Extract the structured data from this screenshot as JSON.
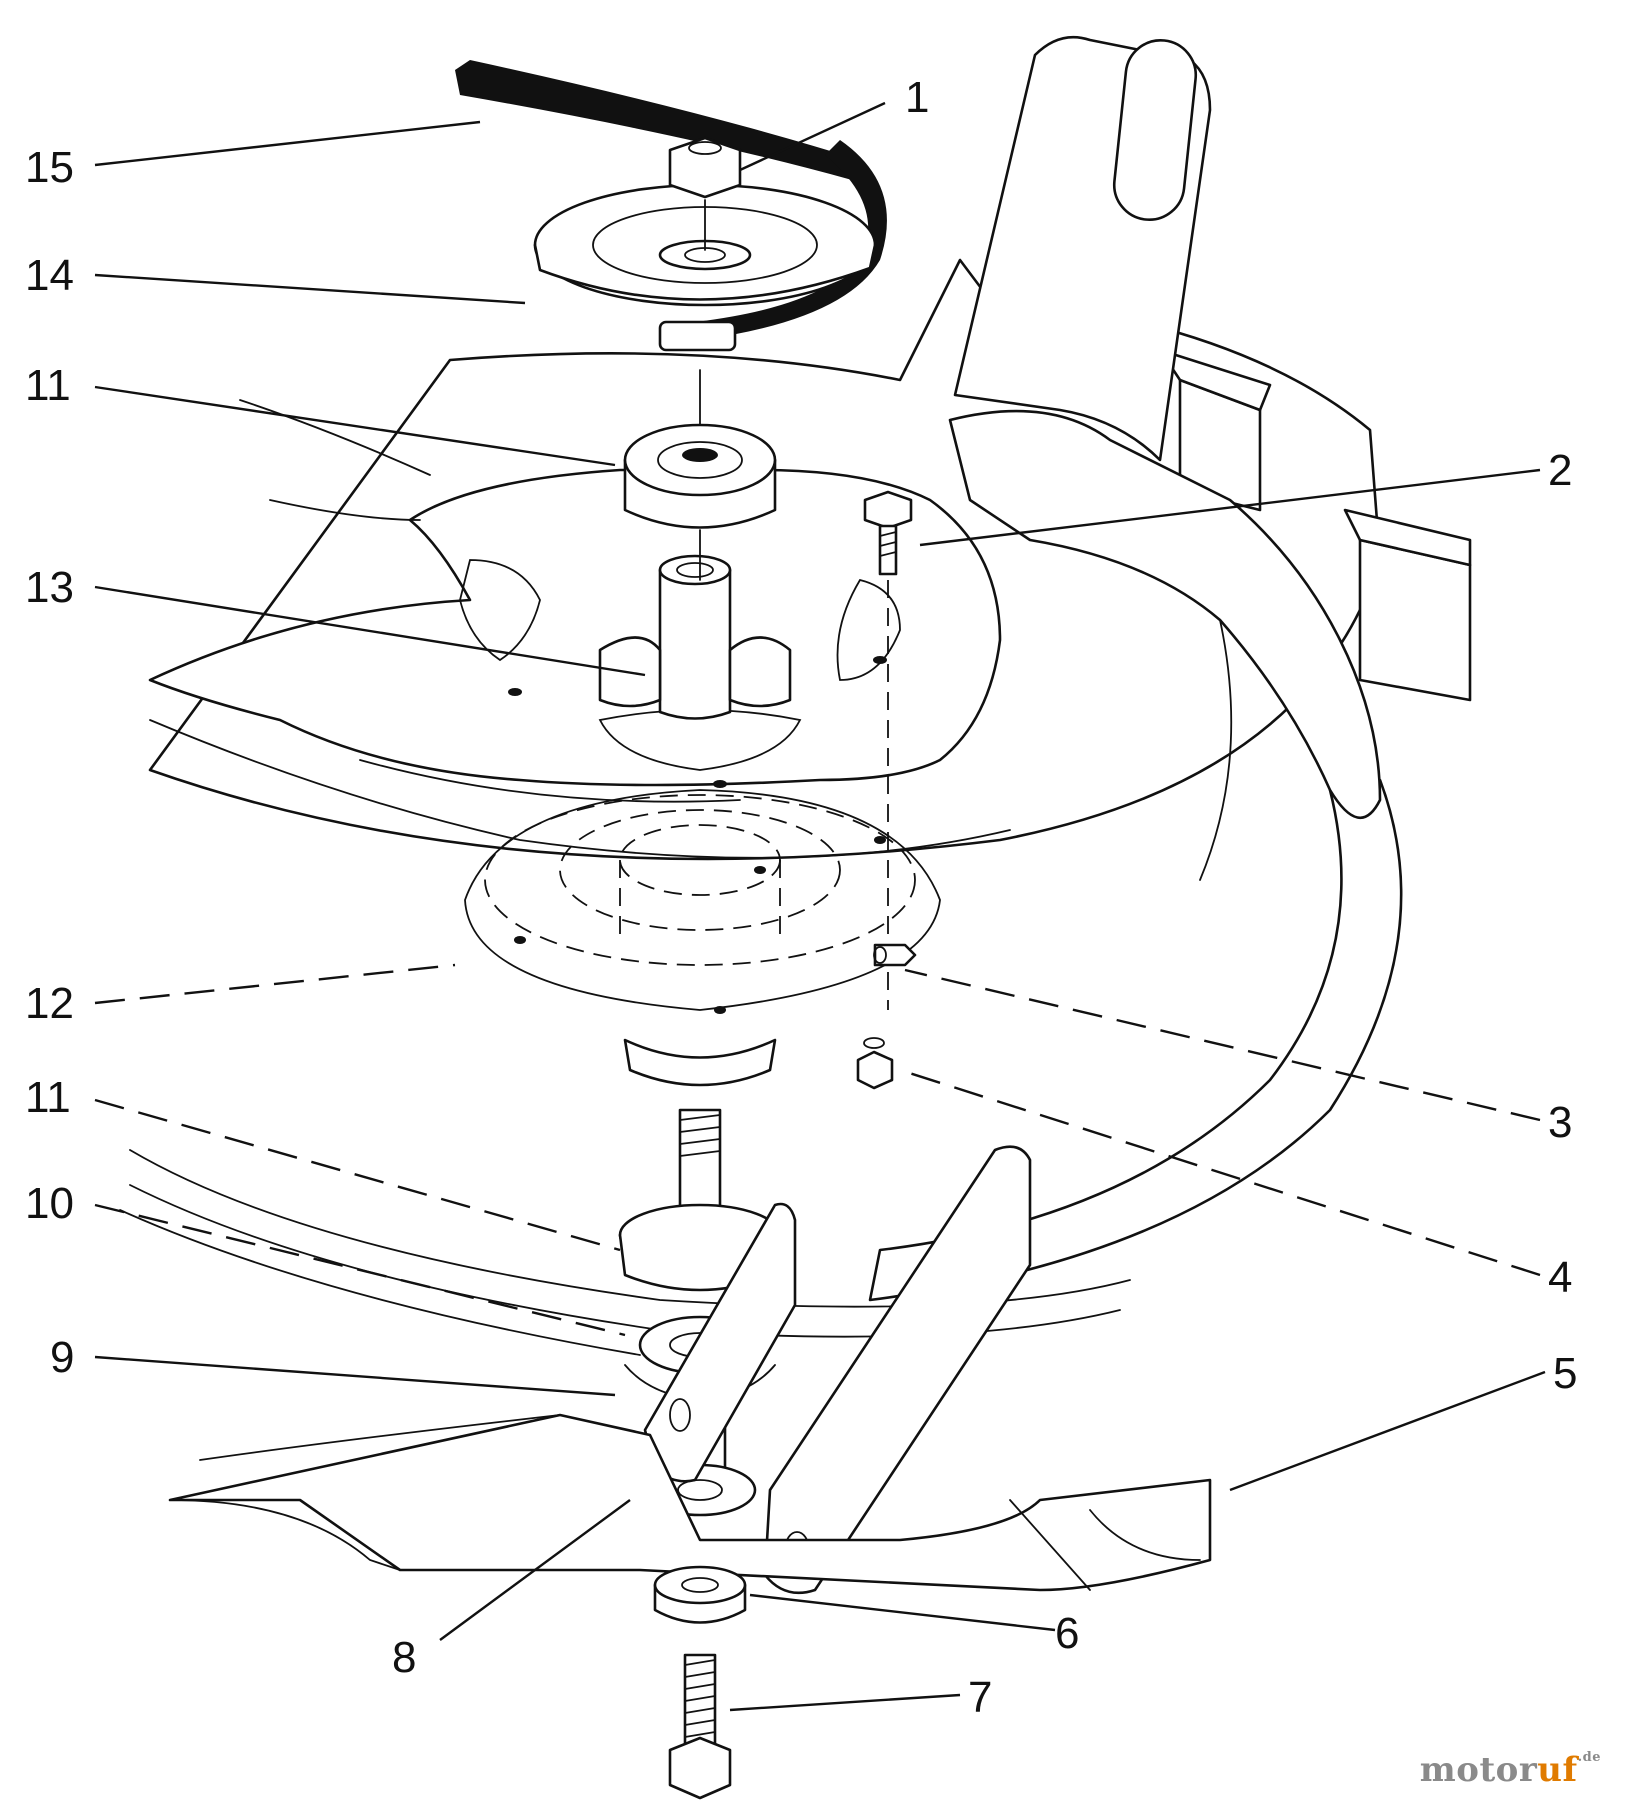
{
  "diagram": {
    "callouts": [
      {
        "id": "c1",
        "label": "1"
      },
      {
        "id": "c2",
        "label": "2"
      },
      {
        "id": "c3",
        "label": "3"
      },
      {
        "id": "c4",
        "label": "4"
      },
      {
        "id": "c5",
        "label": "5"
      },
      {
        "id": "c6",
        "label": "6"
      },
      {
        "id": "c7",
        "label": "7"
      },
      {
        "id": "c8",
        "label": "8"
      },
      {
        "id": "c9",
        "label": "9"
      },
      {
        "id": "c10",
        "label": "10"
      },
      {
        "id": "c11a",
        "label": "11"
      },
      {
        "id": "c11b",
        "label": "11"
      },
      {
        "id": "c12",
        "label": "12"
      },
      {
        "id": "c13",
        "label": "13"
      },
      {
        "id": "c14",
        "label": "14"
      },
      {
        "id": "c15",
        "label": "15"
      }
    ]
  },
  "watermark": {
    "text_main": "motoruf",
    "text_tld": ".de"
  },
  "colors": {
    "line": "#111111",
    "background": "#ffffff",
    "watermark_gray": "#8a8a8a",
    "watermark_orange": "#e07b00"
  }
}
